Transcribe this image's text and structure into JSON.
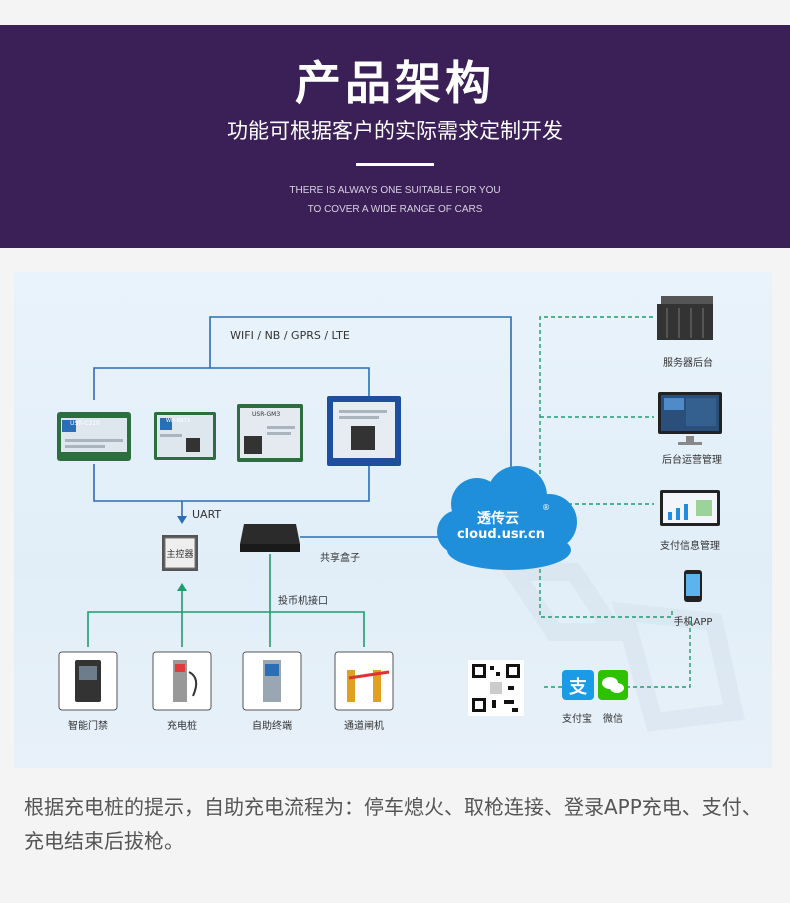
{
  "banner": {
    "title": "产品架构",
    "subtitle": "功能可根据客户的实际需求定制开发",
    "english_line1": "THERE IS ALWAYS ONE SUITABLE FOR YOU",
    "english_line2": "TO COVER A WIDE RANGE OF CARS"
  },
  "diagram": {
    "network_label": "WIFI / NB / GPRS / LTE",
    "uart_label": "UART",
    "controller_label": "主控器",
    "sharebox_label": "共享盒子",
    "coin_port_label": "投币机接口",
    "modules": [
      {
        "label": "USR-C210"
      },
      {
        "label": "WH-NB73"
      },
      {
        "label": "USR-GM3"
      },
      {
        "label": ""
      }
    ],
    "cloud": {
      "name": "透传云",
      "url": "cloud.usr.cn",
      "mark": "®"
    },
    "devices": [
      {
        "label": "智能门禁"
      },
      {
        "label": "充电桩"
      },
      {
        "label": "自助终端"
      },
      {
        "label": "通道闸机"
      }
    ],
    "backend": [
      {
        "label": "服务器后台"
      },
      {
        "label": "后台运营管理"
      },
      {
        "label": "支付信息管理"
      },
      {
        "label": "手机APP"
      }
    ],
    "payments": [
      {
        "label": "支付宝",
        "glyph": "支",
        "color": "#1a9be6"
      },
      {
        "label": "微信",
        "color": "#2dc100"
      }
    ],
    "colors": {
      "line_blue": "#2a6fb5",
      "line_green": "#1e9e6a",
      "cloud": "#1f8fdc",
      "banner": "#3b1f57"
    }
  },
  "caption": "根据充电桩的提示，自助充电流程为：停车熄火、取枪连接、登录APP充电、支付、充电结束后拔枪。"
}
